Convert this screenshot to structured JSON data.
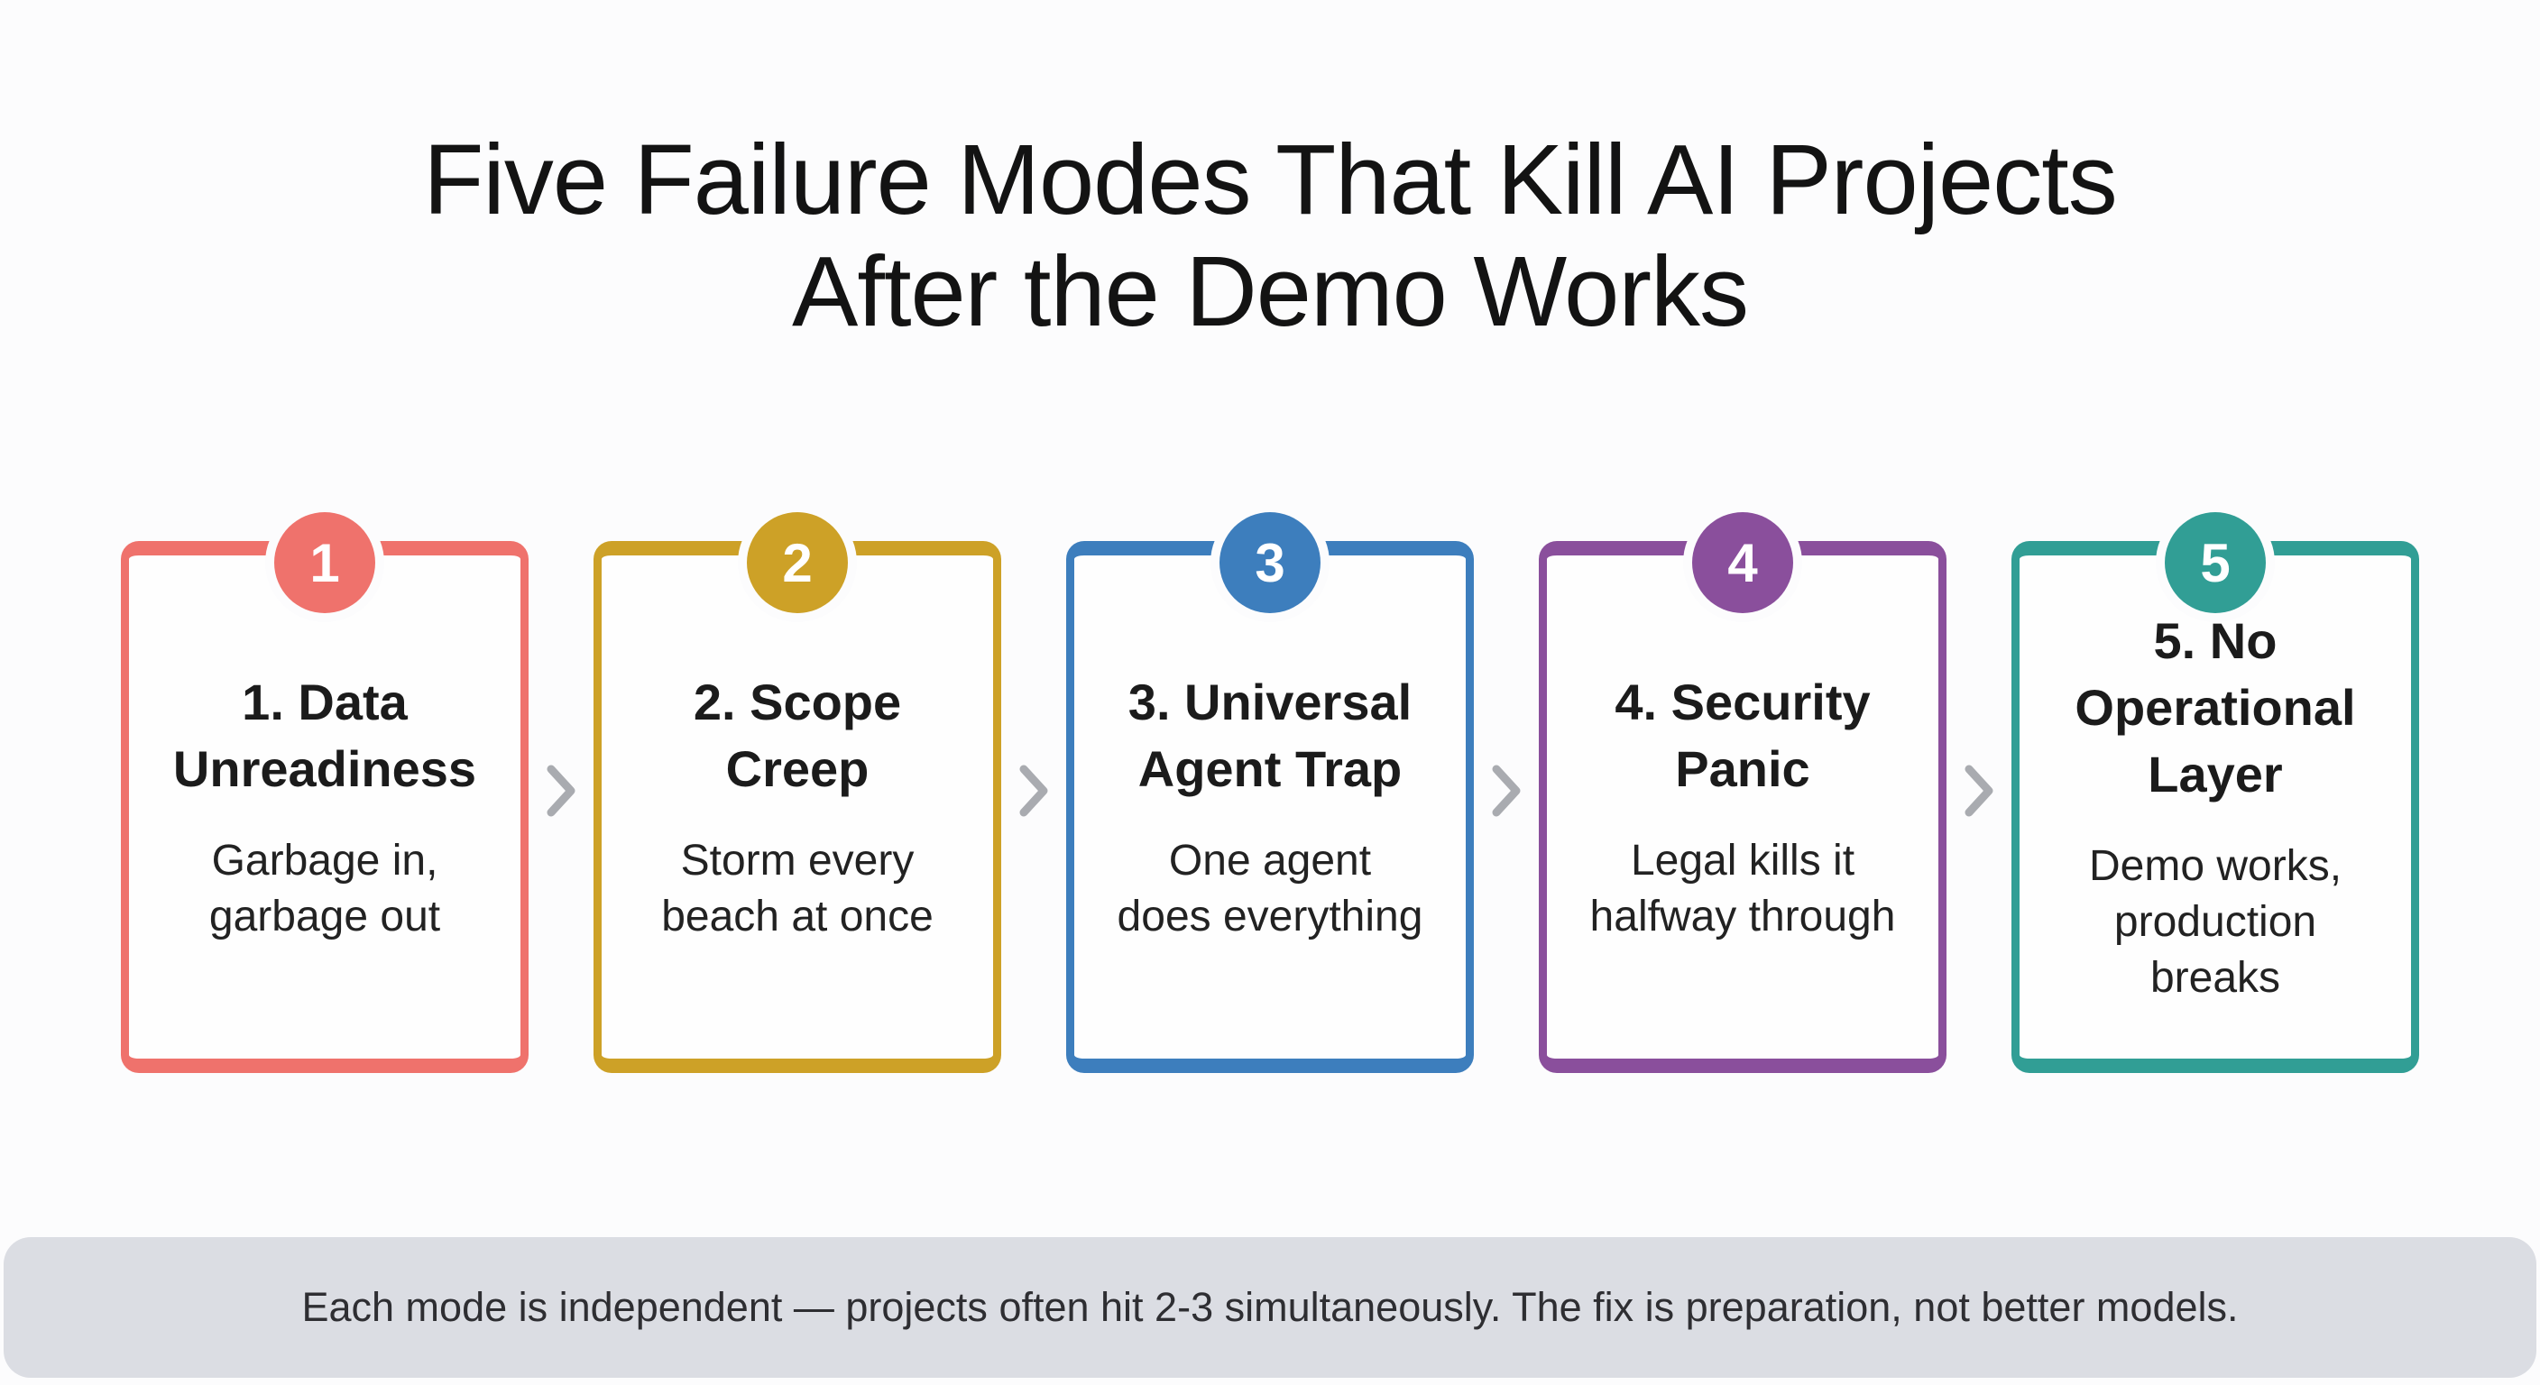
{
  "title": {
    "line1": "Five Failure Modes That Kill AI Projects",
    "line2": "After the Demo Works"
  },
  "cards": [
    {
      "number": "1",
      "color": "#ef726c",
      "heading": "1. Data\nUnreadiness",
      "subtitle": "Garbage in,\ngarbage out"
    },
    {
      "number": "2",
      "color": "#cda127",
      "heading": "2. Scope\nCreep",
      "subtitle": "Storm every\nbeach at once"
    },
    {
      "number": "3",
      "color": "#3d7ebd",
      "heading": "3. Universal\nAgent Trap",
      "subtitle": "One agent\ndoes everything"
    },
    {
      "number": "4",
      "color": "#8a4f9c",
      "heading": "4. Security\nPanic",
      "subtitle": "Legal kills it\nhalfway through"
    },
    {
      "number": "5",
      "color": "#319e95",
      "heading": "5. No\nOperational\nLayer",
      "subtitle": "Demo works,\nproduction\nbreaks"
    }
  ],
  "footer": {
    "note": "Each mode is independent — projects often hit 2-3 simultaneously. The fix is preparation, not better models."
  },
  "colors": {
    "background": "#fcfcfd",
    "card_background": "#fefefe",
    "title_text": "#131313",
    "heading_text": "#1b1b1b",
    "subtitle_text": "#222222",
    "badge_text": "#ffffff",
    "arrow": "#a9abb0",
    "footer_background": "#dbdde3",
    "footer_text": "#2e2e32"
  }
}
